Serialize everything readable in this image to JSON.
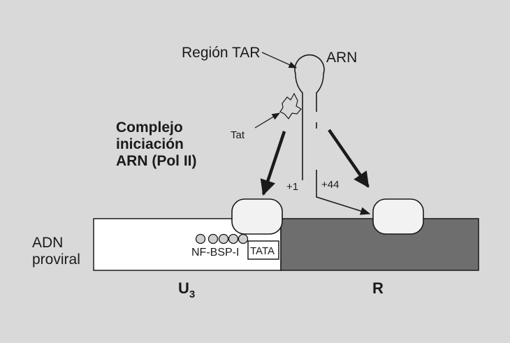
{
  "labels": {
    "region_tar": "Región TAR",
    "arn": "ARN",
    "tat": "Tat",
    "complex_line1": "Complejo",
    "complex_line2": "iniciación",
    "complex_line3": "ARN (Pol II)",
    "plus1": "+1",
    "plus44": "+44",
    "adn_line1": "ADN",
    "adn_line2": "proviral",
    "nf_bsp": "NF-BSP-I",
    "tata": "TATA",
    "u3_main": "U",
    "u3_sub": "3",
    "r": "R"
  },
  "colors": {
    "background": "#d9d9d9",
    "u3_region": "#ffffff",
    "r_region": "#6e6e6e",
    "polymerase": "#f2f2f2",
    "stroke": "#1a1a1a"
  }
}
